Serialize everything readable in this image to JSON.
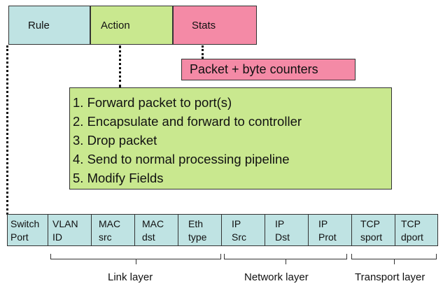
{
  "header": {
    "rule": "Rule",
    "action": "Action",
    "stats": "Stats"
  },
  "counters": "Packet + byte counters",
  "actions": [
    "1.  Forward packet to port(s)",
    "2.  Encapsulate and forward to controller",
    "3.  Drop packet",
    "4.  Send to normal processing pipeline",
    "5.  Modify Fields"
  ],
  "fields": [
    {
      "line1": "Switch",
      "line2": "Port"
    },
    {
      "line1": "VLAN",
      "line2": "ID"
    },
    {
      "line1": "MAC",
      "line2": "src"
    },
    {
      "line1": "MAC",
      "line2": "dst"
    },
    {
      "line1": "Eth",
      "line2": "type"
    },
    {
      "line1": "IP",
      "line2": "Src"
    },
    {
      "line1": "IP",
      "line2": "Dst"
    },
    {
      "line1": "IP",
      "line2": "Prot"
    },
    {
      "line1": "TCP",
      "line2": "sport"
    },
    {
      "line1": "TCP",
      "line2": "dport"
    }
  ],
  "layers": {
    "link": "Link layer",
    "network": "Network layer",
    "transport": "Transport layer"
  },
  "colors": {
    "rule_bg": "#bfe3e3",
    "action_bg": "#c9e88f",
    "stats_bg": "#f48aa6"
  }
}
